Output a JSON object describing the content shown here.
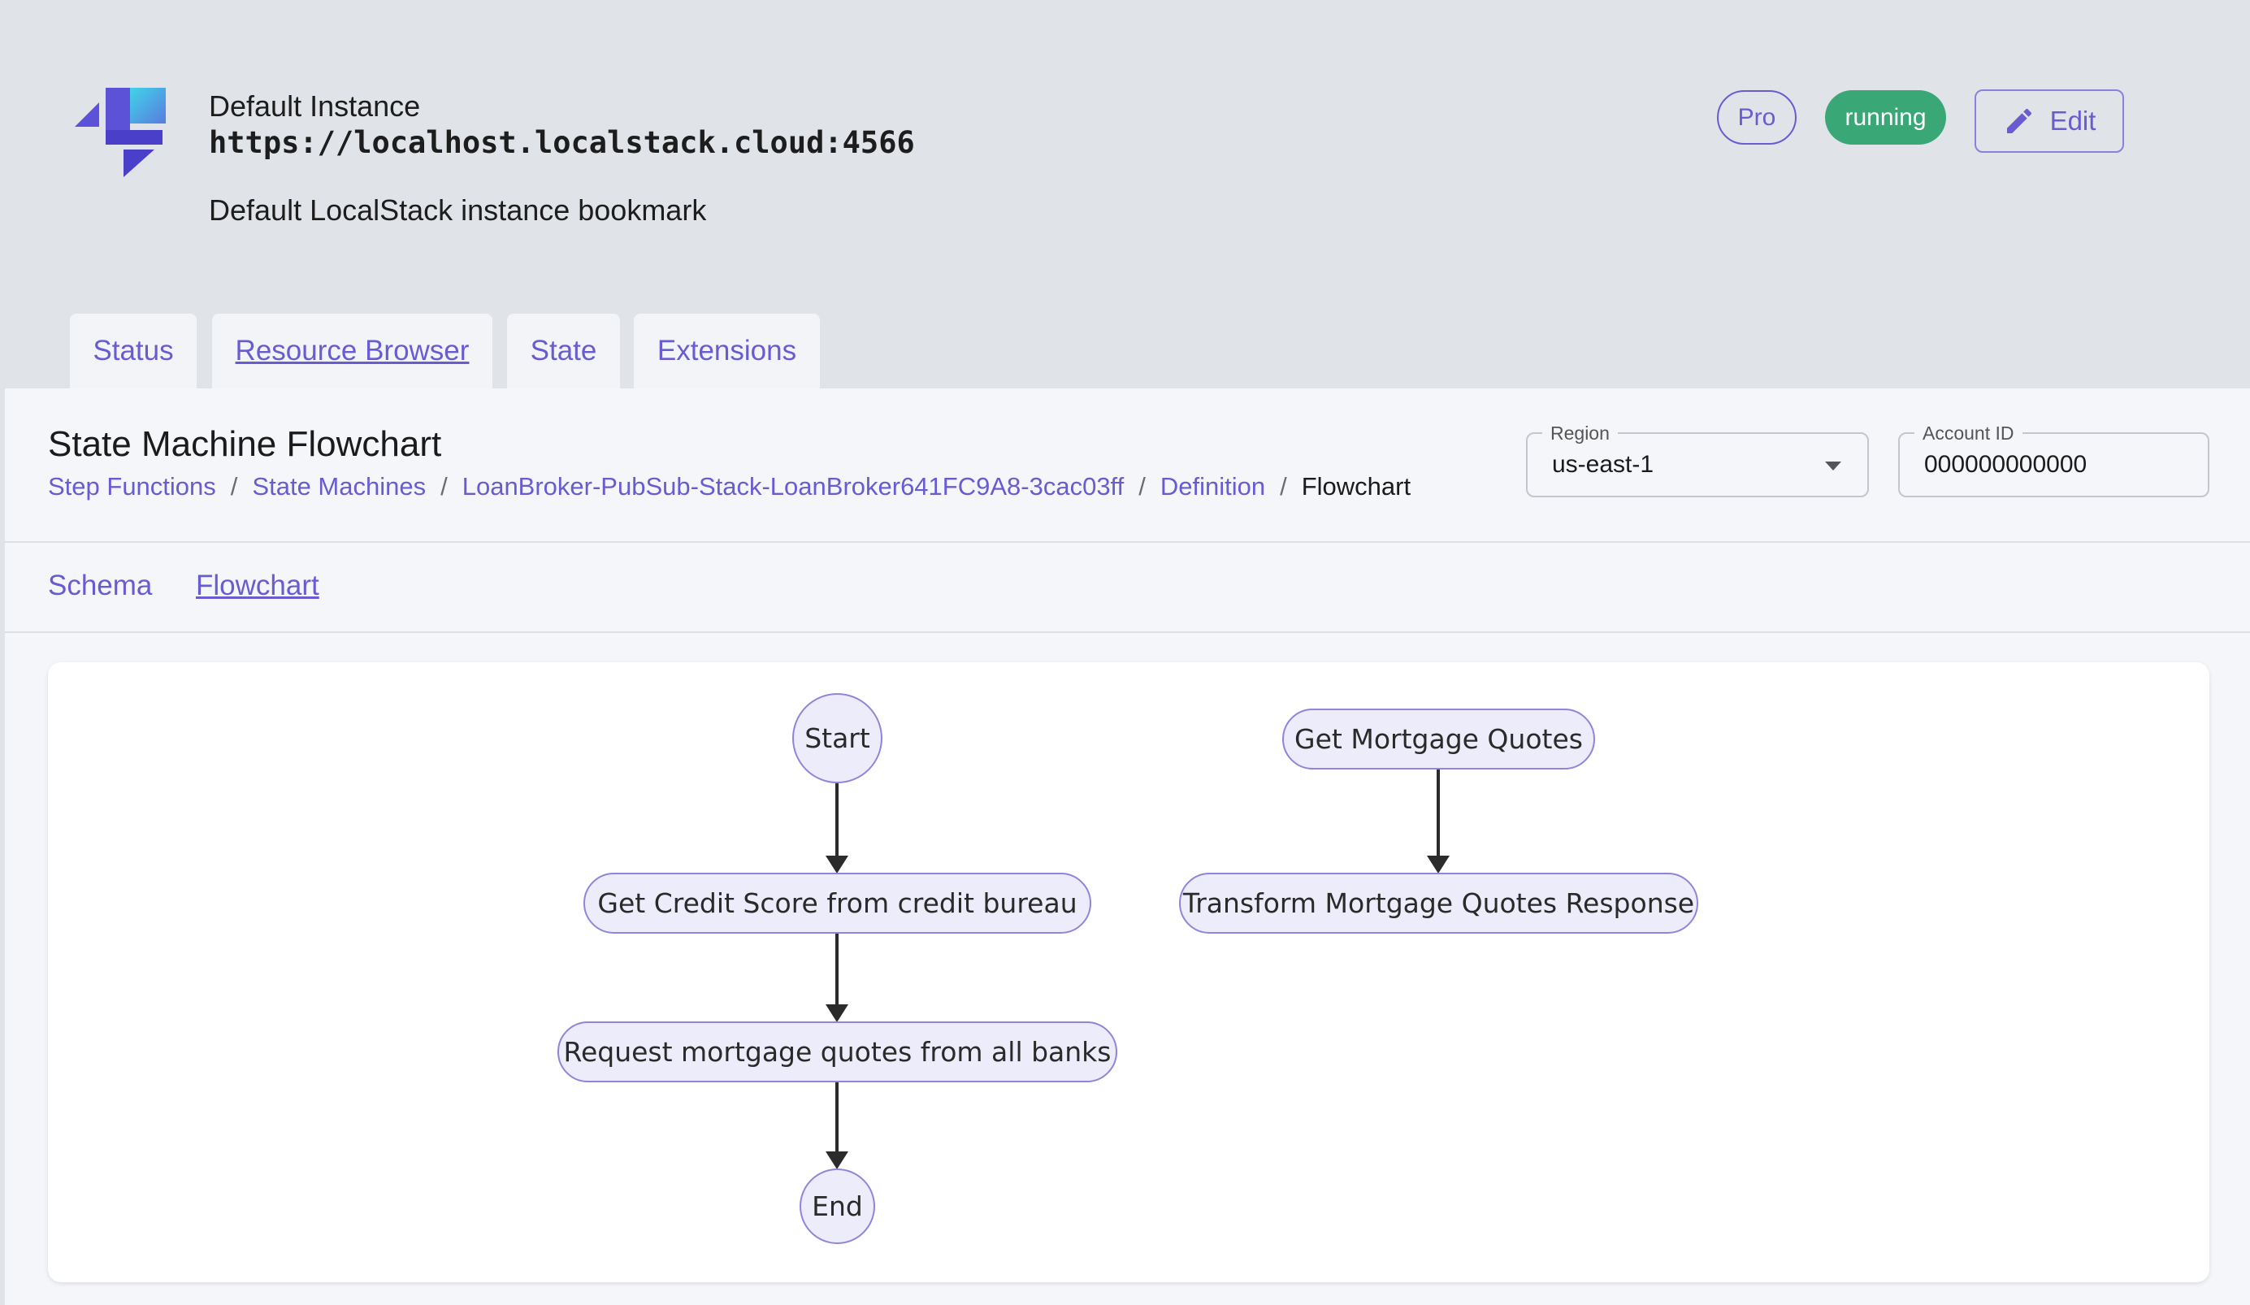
{
  "instance": {
    "name": "Default Instance",
    "url": "https://localhost.localstack.cloud:4566",
    "description": "Default LocalStack instance bookmark",
    "plan_label": "Pro",
    "status_label": "running",
    "edit_label": "Edit",
    "logo_icon": "localstack-logo-icon"
  },
  "colors": {
    "accent": "#6a5bd0",
    "running": "#3aa876",
    "node_fill": "#ececfb",
    "node_border": "#9383d9"
  },
  "tabs": [
    {
      "label": "Status",
      "active": false
    },
    {
      "label": "Resource Browser",
      "active": true
    },
    {
      "label": "State",
      "active": false
    },
    {
      "label": "Extensions",
      "active": false
    }
  ],
  "page": {
    "title": "State Machine Flowchart",
    "breadcrumb": [
      {
        "label": "Step Functions",
        "link": true
      },
      {
        "label": "State Machines",
        "link": true
      },
      {
        "label": "LoanBroker-PubSub-Stack-LoanBroker641FC9A8-3cac03ff",
        "link": true
      },
      {
        "label": "Definition",
        "link": true
      },
      {
        "label": "Flowchart",
        "link": false
      }
    ],
    "breadcrumb_separator": "/"
  },
  "filters": {
    "region": {
      "label": "Region",
      "value": "us-east-1"
    },
    "account": {
      "label": "Account ID",
      "value": "000000000000"
    }
  },
  "subtabs": [
    {
      "label": "Schema",
      "active": false
    },
    {
      "label": "Flowchart",
      "active": true
    }
  ],
  "flowchart": {
    "nodes": [
      {
        "id": "start",
        "label": "Start"
      },
      {
        "id": "credit",
        "label": "Get Credit Score from credit bureau"
      },
      {
        "id": "request",
        "label": "Request mortgage quotes from all banks"
      },
      {
        "id": "end",
        "label": "End"
      },
      {
        "id": "getquotes",
        "label": "Get Mortgage Quotes"
      },
      {
        "id": "transform",
        "label": "Transform Mortgage Quotes Response"
      }
    ],
    "edges": [
      {
        "from": "start",
        "to": "credit"
      },
      {
        "from": "credit",
        "to": "request"
      },
      {
        "from": "request",
        "to": "end"
      },
      {
        "from": "getquotes",
        "to": "transform"
      }
    ]
  }
}
